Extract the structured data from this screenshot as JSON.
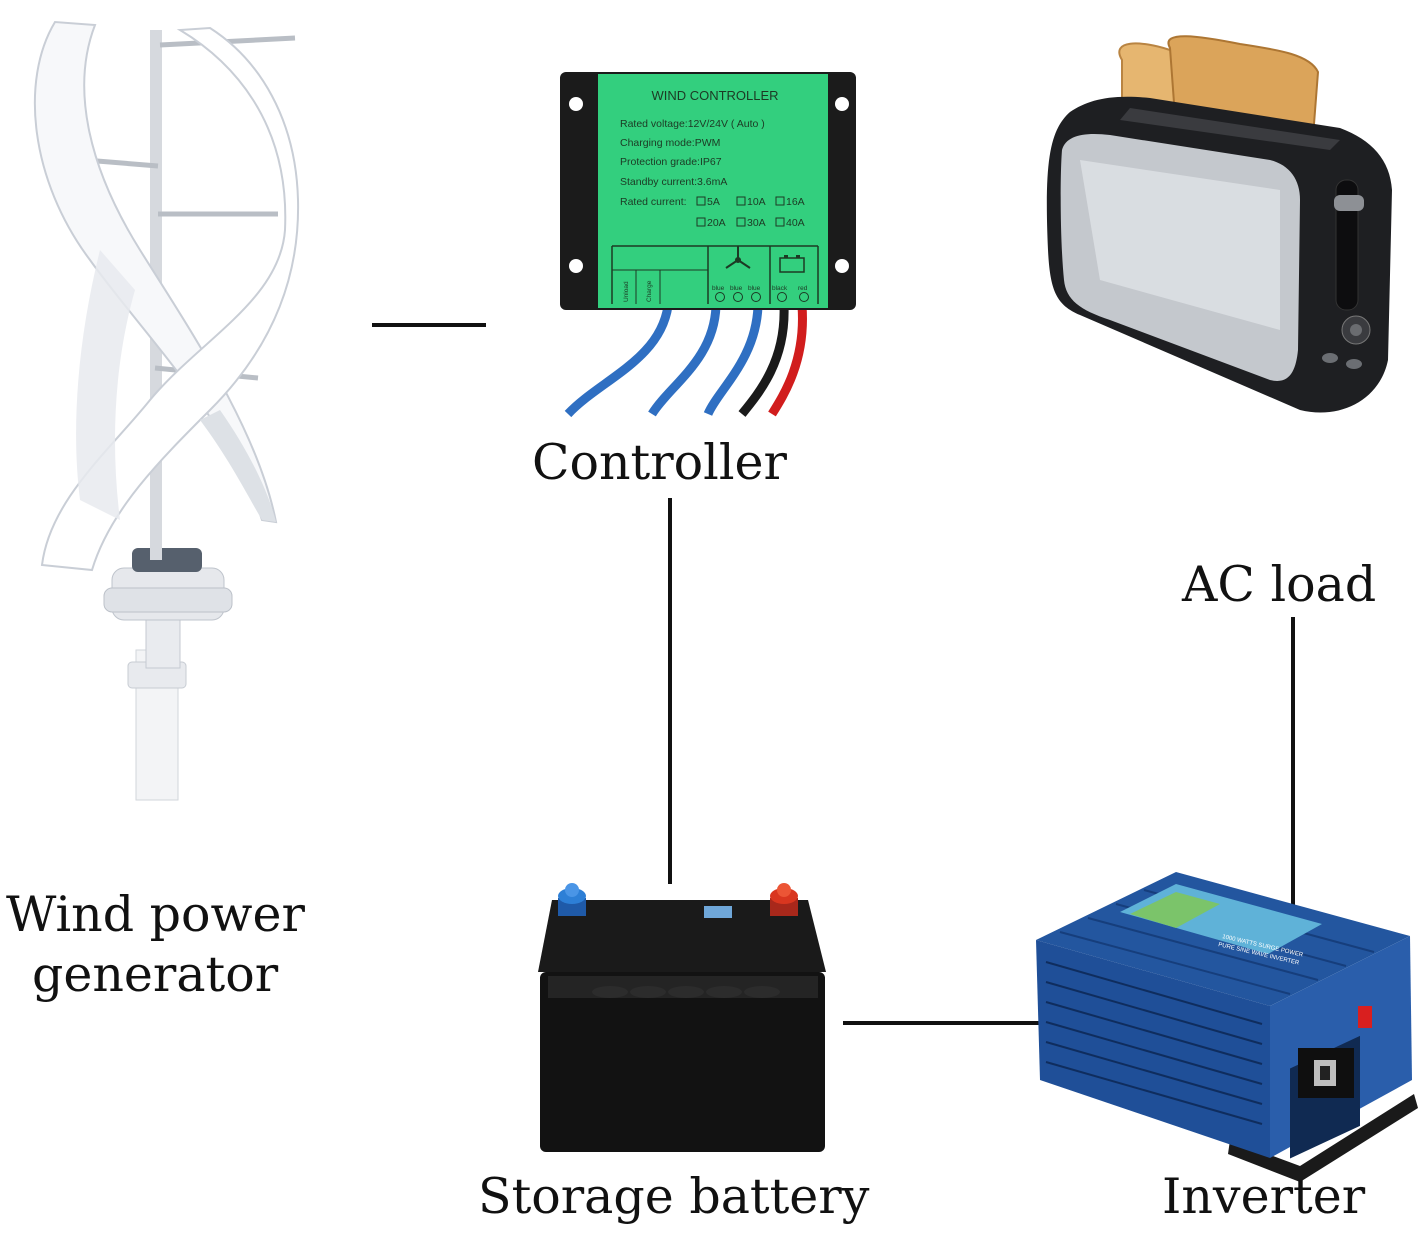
{
  "labels": {
    "controller": "Controller",
    "ac_load": "AC load",
    "wind_generator_line1": "Wind power",
    "wind_generator_line2": "generator",
    "storage_battery": "Storage battery",
    "inverter": "Inverter"
  },
  "controller_panel": {
    "title": "WIND CONTROLLER",
    "rated_voltage": "Rated voltage:12V/24V ( Auto )",
    "charging_mode": "Charging mode:PWM",
    "protection_grade": "Protection grade:IP67",
    "standby_current": "Standby current:3.6mA",
    "rated_current_label": "Rated current:",
    "current_options_row1": [
      "5A",
      "10A",
      "16A"
    ],
    "current_options_row2": [
      "20A",
      "30A",
      "40A"
    ],
    "unload_label": "Unload",
    "charge_label": "Charge",
    "wire_labels": [
      "blue",
      "blue",
      "blue",
      "black",
      "red"
    ]
  },
  "inverter_panel": {
    "top_text": "1000 WATTS SURGE POWER",
    "sub_text": "PURE SINE WAVE INVERTER"
  },
  "colors": {
    "controller_green": "#33cf7e",
    "controller_body": "#1b1b1b",
    "inverter_blue": "#1f4f98",
    "battery_body": "#121212",
    "terminal_blue": "#2d7fd6",
    "terminal_red": "#d9361f",
    "wire_blue": "#2f6fc2",
    "wire_red": "#d11d1d",
    "connector_line": "#111111"
  }
}
